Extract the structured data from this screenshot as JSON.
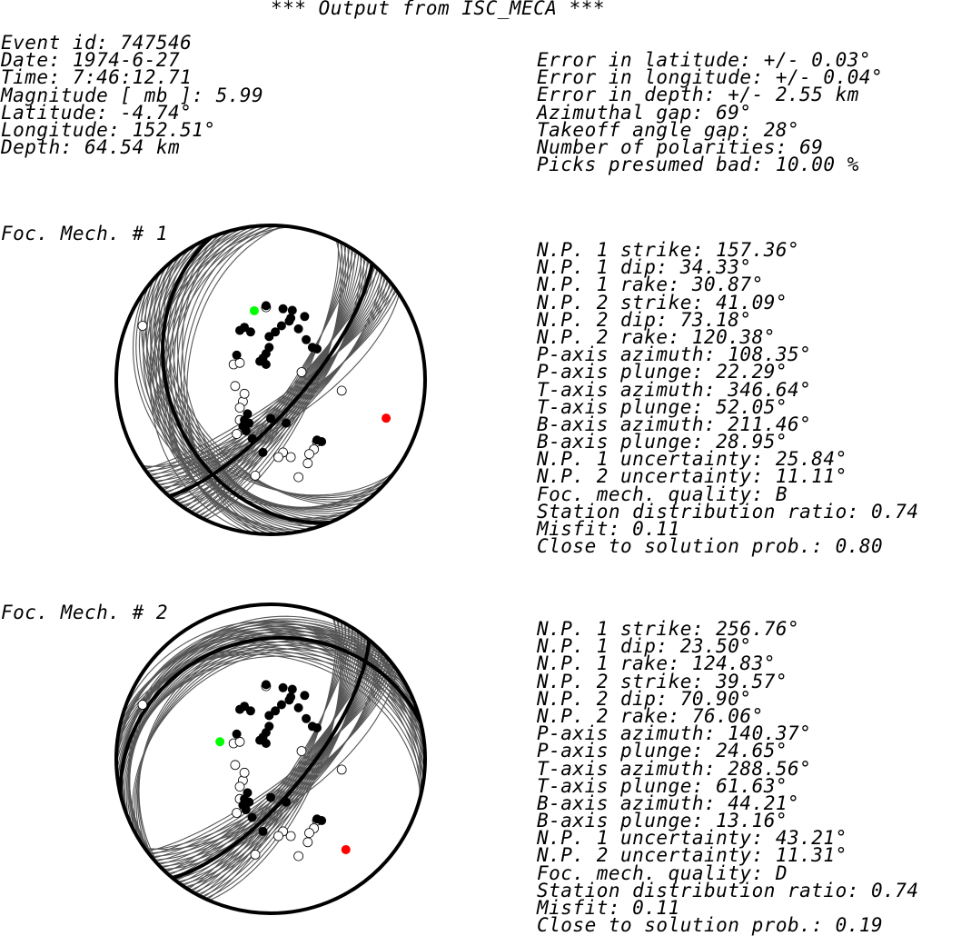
{
  "title": "*** Output from ISC_MECA ***",
  "event": [
    "Event id: 747546",
    "Date: 1974-6-27",
    "Time: 7:46:12.71",
    "Magnitude [ mb ]: 5.99",
    "Latitude: -4.74°",
    "Longitude: 152.51°",
    "Depth: 64.54 km"
  ],
  "errors": [
    "Error in latitude: +/- 0.03°",
    "Error in longitude: +/- 0.04°",
    "Error in depth: +/- 2.55 km",
    "Azimuthal gap: 69°",
    "Takeoff angle gap: 28°",
    "Number of polarities: 69",
    "Picks presumed bad: 10.00 %"
  ],
  "colors": {
    "compression": "#000000",
    "dilatation": "#ffffff",
    "p_axis": "#ff0000",
    "t_axis": "#00ff00",
    "plane_family": "#555555",
    "best_plane": "#000000"
  },
  "mechanisms": [
    {
      "label": "Foc. Mech. # 1",
      "strike1": 157.36,
      "dip1": 34.33,
      "strike2": 41.09,
      "dip2": 73.18,
      "p_az": 108.35,
      "p_pl": 22.29,
      "t_az": 346.64,
      "t_pl": 52.05,
      "params": [
        "N.P. 1 strike: 157.36°",
        "N.P. 1 dip: 34.33°",
        "N.P. 1 rake: 30.87°",
        "N.P. 2 strike: 41.09°",
        "N.P. 2 dip: 73.18°",
        "N.P. 2 rake: 120.38°",
        "P-axis azimuth: 108.35°",
        "P-axis plunge: 22.29°",
        "T-axis azimuth: 346.64°",
        "T-axis plunge: 52.05°",
        "B-axis azimuth: 211.46°",
        "B-axis plunge: 28.95°",
        "N.P. 1 uncertainty: 25.84°",
        "N.P. 2 uncertainty: 11.11°",
        "Foc. mech. quality: B",
        "Station distribution ratio: 0.74",
        "Misfit: 0.11",
        "Close to solution prob.: 0.80"
      ]
    },
    {
      "label": "Foc. Mech. # 2",
      "strike1": 256.76,
      "dip1": 23.5,
      "strike2": 39.57,
      "dip2": 70.9,
      "p_az": 140.37,
      "p_pl": 24.65,
      "t_az": 288.56,
      "t_pl": 61.63,
      "params": [
        "N.P. 1 strike: 256.76°",
        "N.P. 1 dip: 23.50°",
        "N.P. 1 rake: 124.83°",
        "N.P. 2 strike: 39.57°",
        "N.P. 2 dip: 70.90°",
        "N.P. 2 rake: 76.06°",
        "P-axis azimuth: 140.37°",
        "P-axis plunge: 24.65°",
        "T-axis azimuth: 288.56°",
        "T-axis plunge: 61.63°",
        "B-axis azimuth: 44.21°",
        "B-axis plunge: 13.16°",
        "N.P. 1 uncertainty: 43.21°",
        "N.P. 2 uncertainty: 11.31°",
        "Foc. mech. quality: D",
        "Station distribution ratio: 0.74",
        "Misfit: 0.11",
        "Close to solution prob.: 0.19"
      ]
    }
  ],
  "polarities": {
    "compressions": [
      [
        -0.03,
        0.48
      ],
      [
        0.08,
        0.46
      ],
      [
        0.14,
        0.45
      ],
      [
        0.22,
        0.41
      ],
      [
        0.13,
        0.4
      ],
      [
        0.12,
        0.38
      ],
      [
        0.07,
        0.35
      ],
      [
        0.03,
        0.31
      ],
      [
        -0.01,
        0.28
      ],
      [
        0.18,
        0.33
      ],
      [
        -0.13,
        0.31
      ],
      [
        -0.17,
        0.34
      ],
      [
        -0.2,
        0.32
      ],
      [
        0.23,
        0.26
      ],
      [
        0.27,
        0.21
      ],
      [
        0.3,
        0.2
      ],
      [
        -0.01,
        0.21
      ],
      [
        -0.03,
        0.17
      ],
      [
        -0.05,
        0.14
      ],
      [
        -0.07,
        0.12
      ],
      [
        -0.03,
        0.1
      ],
      [
        -0.15,
        -0.22
      ],
      [
        -0.17,
        -0.26
      ],
      [
        -0.14,
        -0.28
      ],
      [
        -0.18,
        -0.3
      ],
      [
        -0.16,
        -0.33
      ],
      [
        0.0,
        -0.25
      ],
      [
        0.1,
        -0.28
      ],
      [
        0.3,
        -0.39
      ],
      [
        0.33,
        -0.4
      ],
      [
        -0.05,
        -0.47
      ],
      [
        -0.12,
        -0.38
      ],
      [
        -0.22,
        0.16
      ]
    ],
    "dilatations": [
      [
        -0.03,
        0.47
      ],
      [
        -0.24,
        0.1
      ],
      [
        -0.2,
        0.11
      ],
      [
        -0.18,
        -0.14
      ],
      [
        -0.17,
        -0.09
      ],
      [
        -0.23,
        -0.04
      ],
      [
        -0.2,
        -0.26
      ],
      [
        -0.22,
        -0.35
      ],
      [
        0.2,
        0.05
      ],
      [
        0.46,
        -0.07
      ],
      [
        0.13,
        -0.5
      ],
      [
        0.08,
        -0.47
      ],
      [
        0.3,
        -0.4
      ],
      [
        0.28,
        -0.45
      ],
      [
        0.25,
        -0.48
      ],
      [
        0.24,
        -0.54
      ],
      [
        -0.83,
        0.35
      ],
      [
        0.05,
        -0.5
      ],
      [
        -0.1,
        -0.62
      ],
      [
        -0.2,
        -0.18
      ],
      [
        0.18,
        -0.63
      ]
    ]
  }
}
